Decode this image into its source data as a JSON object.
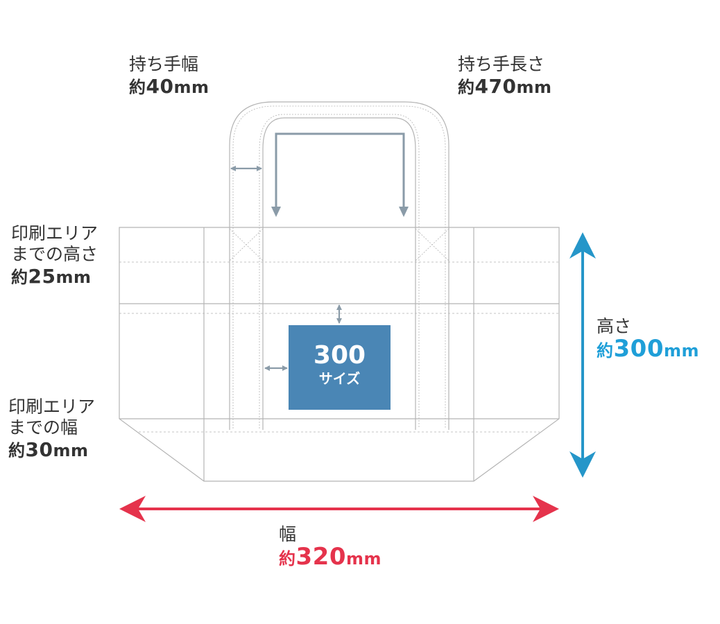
{
  "labels": {
    "handle_width": {
      "caption": "持ち手幅",
      "prefix": "約",
      "value": "40",
      "unit": "mm"
    },
    "handle_length": {
      "caption": "持ち手長さ",
      "prefix": "約",
      "value": "470",
      "unit": "mm"
    },
    "print_top": {
      "caption_line1": "印刷エリア",
      "caption_line2": "までの高さ",
      "prefix": "約",
      "value": "25",
      "unit": "mm"
    },
    "print_side": {
      "caption_line1": "印刷エリア",
      "caption_line2": "までの幅",
      "prefix": "約",
      "value": "30",
      "unit": "mm"
    },
    "height": {
      "caption": "高さ",
      "prefix": "約",
      "value": "300",
      "unit": "mm"
    },
    "width": {
      "caption": "幅",
      "prefix": "約",
      "value": "320",
      "unit": "mm"
    }
  },
  "print_area": {
    "size": "300",
    "unit": "サイズ"
  },
  "colors": {
    "outline": "#b4b4b4",
    "guide_arrow": "#8a9ba8",
    "height_arrow": "#2596c9",
    "width_arrow": "#e5334c",
    "print_box": "#4a86b5"
  }
}
